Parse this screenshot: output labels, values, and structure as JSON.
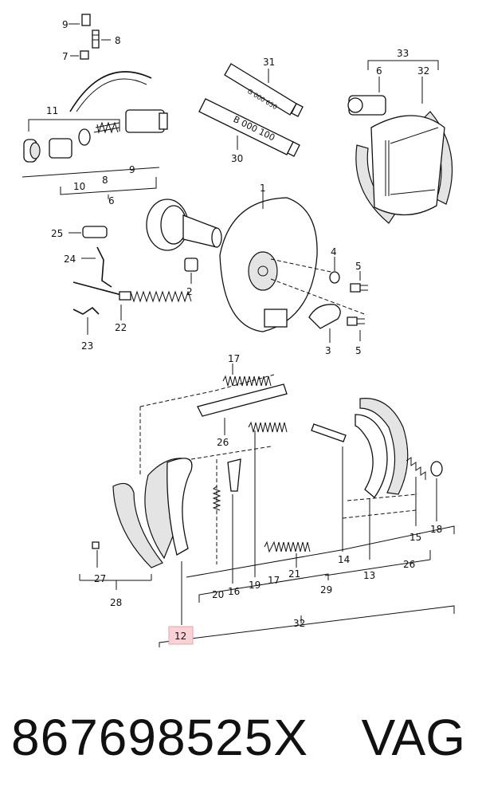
{
  "diagram": {
    "callouts": {
      "c1": "1",
      "c2": "2",
      "c3": "3",
      "c4": "4",
      "c5a": "5",
      "c5b": "5",
      "c6a": "6",
      "c6b": "6",
      "c7": "7",
      "c8a": "8",
      "c8b": "8",
      "c9a": "9",
      "c9b": "9",
      "c10": "10",
      "c11": "11",
      "c12": "12",
      "c13": "13",
      "c14": "14",
      "c15": "15",
      "c16": "16",
      "c17a": "17",
      "c17b": "17",
      "c18": "18",
      "c19": "19",
      "c20": "20",
      "c21": "21",
      "c22": "22",
      "c23": "23",
      "c24": "24",
      "c25": "25",
      "c26a": "26",
      "c26b": "26",
      "c27": "27",
      "c28": "28",
      "c29": "29",
      "c30": "30",
      "c31": "31",
      "c32a": "32",
      "c32b": "32",
      "c33": "33"
    },
    "tube_labels": {
      "tube1": "G 000 650",
      "tube2": "B 000 100"
    },
    "highlighted_callout": "12",
    "highlight_color": "#fbd3d7"
  },
  "footer": {
    "part_number": "867698525X",
    "brand": "VAG"
  }
}
